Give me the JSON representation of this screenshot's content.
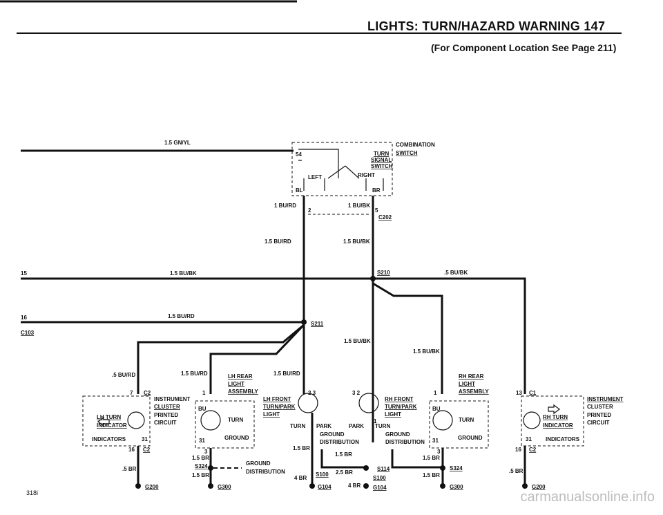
{
  "header": {
    "title": "LIGHTS: TURN/HAZARD WARNING   147",
    "subtitle": "(For Component Location See Page 211)"
  },
  "footer": {
    "model": "318i",
    "watermark": "carmanualsonline.info"
  },
  "labels": {
    "w_top": "1.5 GN/YL",
    "comb_switch": "COMBINATION",
    "comb_switch2": "SWITCH",
    "turn1": "TURN",
    "turn2": "SIGNAL",
    "turn3": "SWITCH",
    "left": "LEFT",
    "right": "RIGHT",
    "p54": "54",
    "pbl": "BL",
    "pbr": "BR",
    "w_sw_l": "1 BU/RD",
    "w_sw_r": "1 BU/BK",
    "pin2": "2",
    "pin5": "5",
    "c202": "C202",
    "w_l15": "1.5 BU/RD",
    "w_r15": "1.5 BU/BK",
    "pin15": "15",
    "w_bk_top": "1.5 BU/BK",
    "s210": "S210",
    "w_bk5": ".5 BU/BK",
    "pin16": "16",
    "w_rd_top": "1.5 BU/RD",
    "c103": "C103",
    "s211": "S211",
    "w_bk_mid": "1.5 BU/BK",
    "w_bk_rf": "1.5 BU/BK",
    "w_rd5": ".5 BU/RD",
    "w_rd_lr": "1.5 BU/RD",
    "w_rd_lf": "1.5 BU/RD",
    "p7": "7",
    "c2": "C2",
    "inst_l1": "INSTRUMENT",
    "inst_l2": "CLUSTER",
    "inst_l3": "PRINTED",
    "inst_l4": "CIRCUIT",
    "lh_turn1": "LH TURN",
    "lh_turn2": "INDICATOR",
    "indicators": "INDICATORS",
    "p31": "31",
    "p16": "16",
    "lh_rear1": "LH REAR",
    "lh_rear2": "LIGHT",
    "lh_rear3": "ASSEMBLY",
    "bu": "BU",
    "turn": "TURN",
    "p31b": "31",
    "ground": "GROUND",
    "p1": "1",
    "p3": "3",
    "lh_front1": "LH FRONT",
    "lh_front2": "TURN/PARK",
    "lh_front3": "LIGHT",
    "p23": "2  3",
    "turn_l": "TURN",
    "park_l": "PARK",
    "rh_front1": "RH FRONT",
    "rh_front2": "TURN/PARK",
    "rh_front3": "LIGHT",
    "p32": "3  2",
    "p1b": "1",
    "park_r": "PARK",
    "turn_r": "TURN",
    "gd_l1": "GROUND",
    "gd_l2": "DISTRIBUTION",
    "gd_r1": "GROUND",
    "gd_r2": "DISTRIBUTION",
    "rh_rear1": "RH REAR",
    "rh_rear2": "LIGHT",
    "rh_rear3": "ASSEMBLY",
    "p1c": "1",
    "bu_r": "BU",
    "turn_rr": "TURN",
    "p31c": "31",
    "ground_r": "GROUND",
    "p3c": "3",
    "p13": "13",
    "c1": "C1",
    "inst_r1": "INSTRUMENT",
    "inst_r2": "CLUSTER",
    "inst_r3": "PRINTED",
    "inst_r4": "CIRCUIT",
    "rh_turn1": "RH TURN",
    "rh_turn2": "INDICATOR",
    "indicators_r": "INDICATORS",
    "p31d": "31",
    "p16b": "16",
    "c2b": "C2",
    "br5_l": ".5 BR",
    "g200_l": "G200",
    "br15_a": "1.5 BR",
    "s324_l": "S324",
    "br15_b": "1.5 BR",
    "g300_l": "G300",
    "gdist1": "GROUND",
    "gdist2": "DISTRIBUTION",
    "br15_c": "1.5 BR",
    "br15_d": "1.5 BR",
    "s100_a": "S100",
    "br4_a": "4 BR",
    "g104": "G104",
    "s114": "S114",
    "br25": "2.5 BR",
    "s100_b": "S100",
    "br4_b": "4 BR",
    "g104_b": "G104",
    "br15_e": "1.5 BR",
    "s324_r": "S324",
    "br15_f": "1.5 BR",
    "g300_r": "G300",
    "br5_r": ".5 BR",
    "g200_r": "G200"
  },
  "colors": {
    "ink": "#111111",
    "watermark": "#bdbdbd"
  }
}
